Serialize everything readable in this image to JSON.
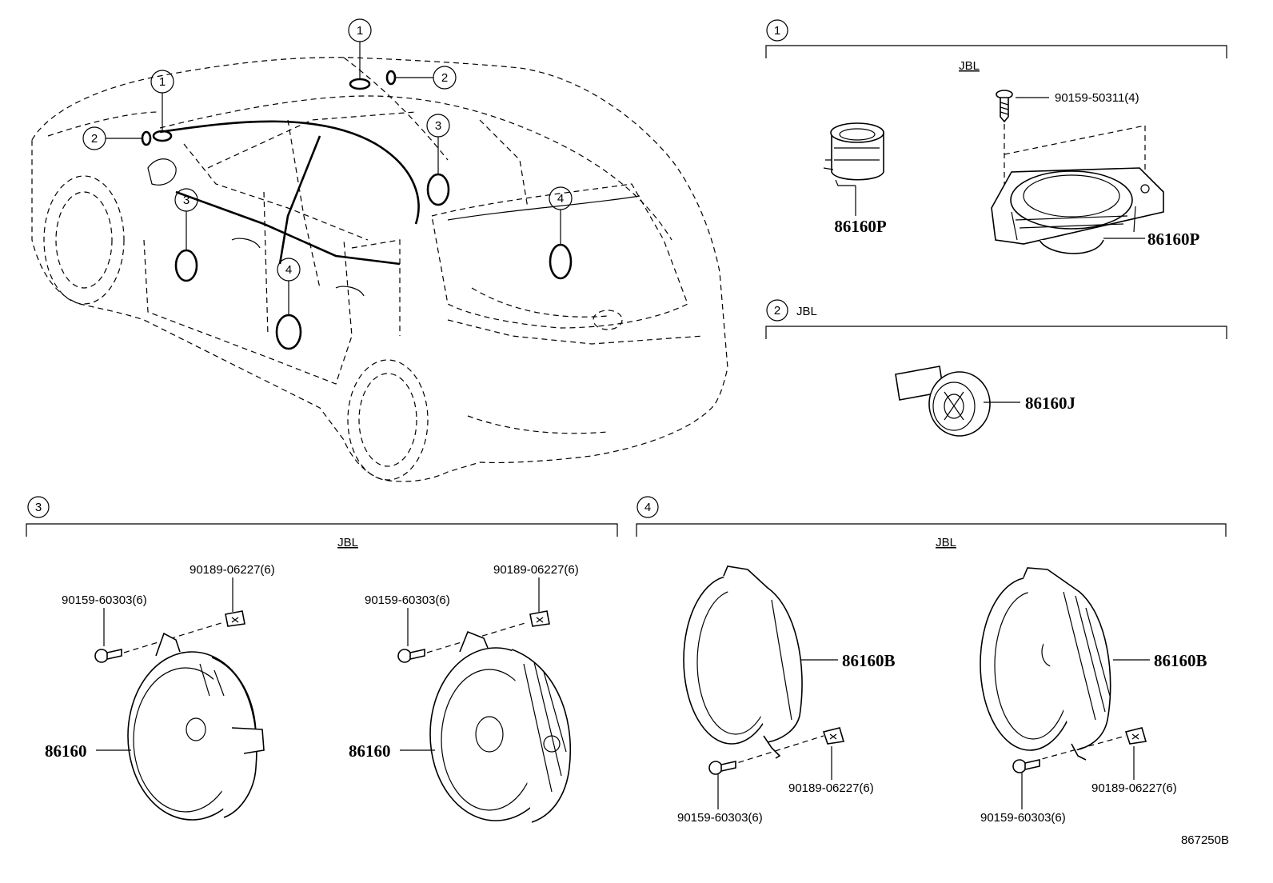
{
  "callout_numbers": [
    "1",
    "2",
    "3",
    "4"
  ],
  "car_callouts": {
    "c1_upper": "1",
    "c1_left": "1",
    "c2_upper": "2",
    "c2_left": "2",
    "c3_left": "3",
    "c3_center": "3",
    "c4_center": "4",
    "c4_right": "4"
  },
  "groups": {
    "g1": {
      "number": "1",
      "brand": "JBL",
      "parts": {
        "tweeter": "86160P",
        "speaker": "86160P",
        "screw": "90159-50311(4)"
      }
    },
    "g2": {
      "number": "2",
      "brand": "JBL",
      "parts": {
        "tweeter": "86160J"
      }
    },
    "g3": {
      "number": "3",
      "brand": "JBL",
      "left": {
        "speaker": "86160",
        "screw": "90159-60303(6)",
        "clip": "90189-06227(6)"
      },
      "right": {
        "speaker": "86160",
        "screw": "90159-60303(6)",
        "clip": "90189-06227(6)"
      }
    },
    "g4": {
      "number": "4",
      "brand": "JBL",
      "left": {
        "speaker": "86160B",
        "screw": "90159-60303(6)",
        "clip": "90189-06227(6)"
      },
      "right": {
        "speaker": "86160B",
        "screw": "90159-60303(6)",
        "clip": "90189-06227(6)"
      }
    }
  },
  "diagram_code": "867250B"
}
